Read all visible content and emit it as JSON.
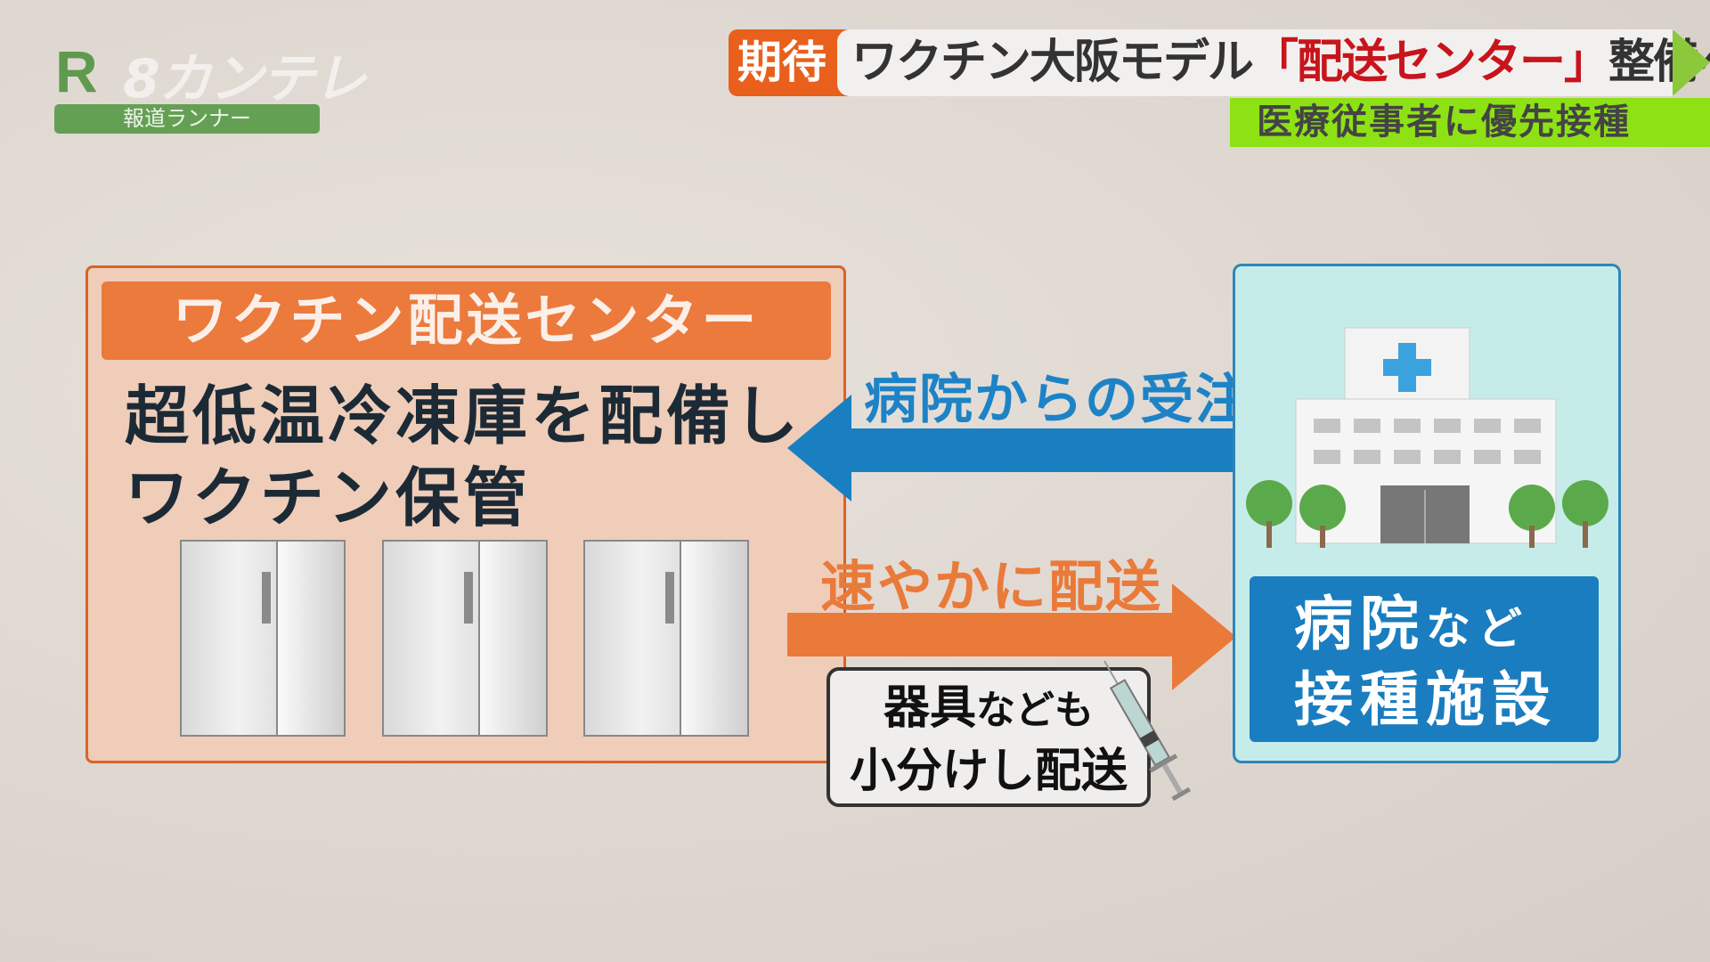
{
  "logo": {
    "r": "R",
    "channel": "8カンテレ",
    "program": "報道ランナー"
  },
  "headline": {
    "tag": "期待",
    "text_prefix": "ワクチン大阪モデル",
    "text_highlight": "「配送センター」",
    "text_suffix": "整備へ",
    "subtitle": "医療従事者に優先接種"
  },
  "diagram": {
    "center_title": "ワクチン配送センター",
    "center_desc_line1": "超低温冷凍庫を配備し",
    "center_desc_line2": "ワクチン保管",
    "order_label": "病院からの受注",
    "deliver_label": "速やかに配送",
    "note_line1_a": "器具",
    "note_line1_b": "なども",
    "note_line2": "小分けし配送",
    "facility_line1_a": "病院",
    "facility_line1_b": "など",
    "facility_line2": "接種施設"
  },
  "colors": {
    "orange": "#ea7a3a",
    "blue": "#1a7dbf",
    "green": "#8ee214",
    "red": "#c8141c"
  }
}
